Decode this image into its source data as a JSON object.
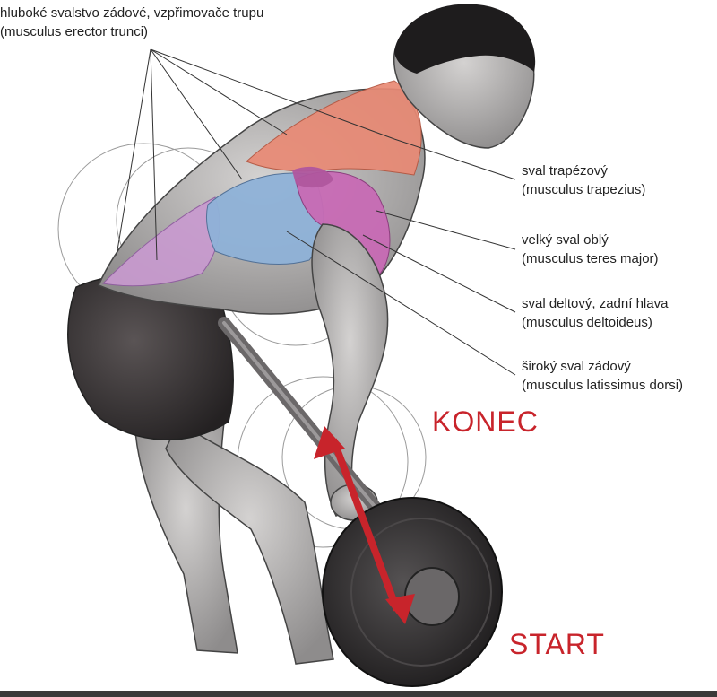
{
  "labels": {
    "erector": {
      "name_cz": "hluboké svalstvo zádové, vzpřimovače trupu",
      "name_lat": "(musculus erector trunci)"
    },
    "trapezius": {
      "name_cz": "sval trapézový",
      "name_lat": "(musculus trapezius)"
    },
    "teres": {
      "name_cz": "velký sval oblý",
      "name_lat": "(musculus teres major)"
    },
    "deltoid": {
      "name_cz": "sval deltový, zadní hlava",
      "name_lat": "(musculus deltoideus)"
    },
    "latissimus": {
      "name_cz": "široký sval zádový",
      "name_lat": "(musculus latissimus dorsi)"
    }
  },
  "motion": {
    "end_label": "KONEC",
    "start_label": "START"
  },
  "colors": {
    "accent_red": "#c8242b",
    "trapezius": "#e98a75",
    "latissimus": "#8fb2d8",
    "deltoid": "#c86bb5",
    "erector": "#c99ad0",
    "shorts": "#3a3536",
    "skin": "#b9b7b6",
    "plate": "#2e2c2d"
  }
}
